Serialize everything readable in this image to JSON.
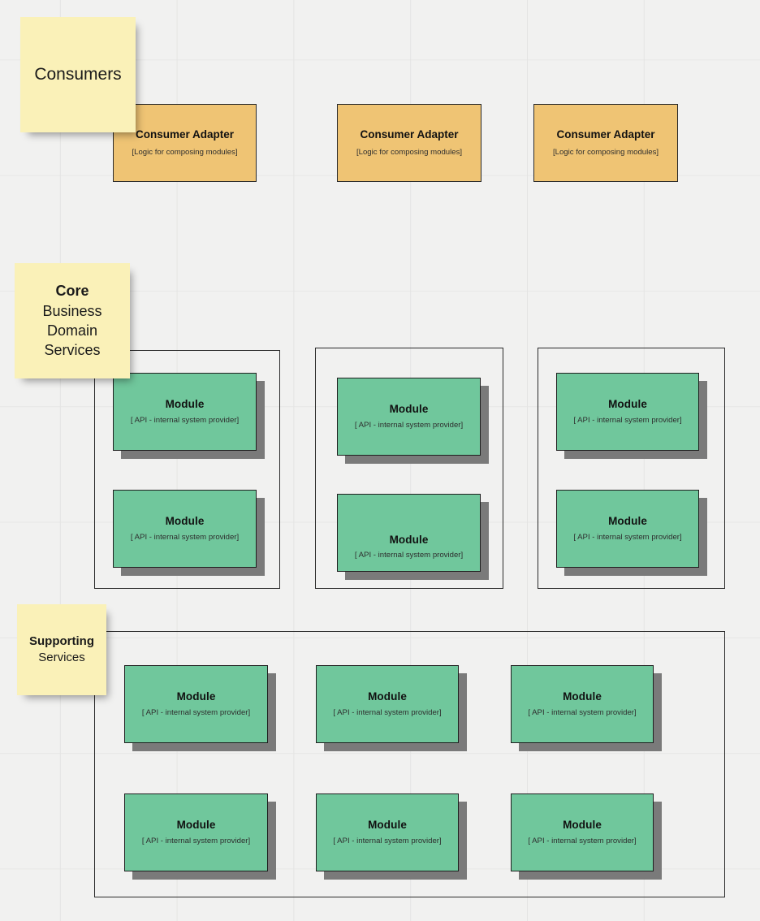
{
  "diagram": {
    "title": "Modular system architecture layers",
    "background_color": "#f1f1f0",
    "grid_color": "#e4e4e3"
  },
  "palette": {
    "sticky": "#faf1b8",
    "adapter": "#efc474",
    "module": "#70c79c",
    "stroke": "#2b2b2b",
    "shadow": "#7a7a7a"
  },
  "notes": [
    {
      "id": "consumers",
      "lines": [
        "Consumers"
      ]
    },
    {
      "id": "core",
      "heading": "Core",
      "lines": [
        "Business",
        "Domain",
        "Services"
      ]
    },
    {
      "id": "supporting",
      "heading": "Supporting",
      "lines": [
        "Services"
      ]
    }
  ],
  "adapters": [
    {
      "title": "Consumer Adapter",
      "subtitle": "[Logic for composing modules]"
    },
    {
      "title": "Consumer Adapter",
      "subtitle": "[Logic for composing modules]"
    },
    {
      "title": "Consumer Adapter",
      "subtitle": "[Logic for composing modules]"
    }
  ],
  "core_groups": [
    {
      "modules": [
        {
          "title": "Module",
          "subtitle": "[ API - internal system provider]"
        },
        {
          "title": "Module",
          "subtitle": "[ API - internal system provider]"
        }
      ]
    },
    {
      "modules": [
        {
          "title": "Module",
          "subtitle": "[ API - internal system provider]"
        },
        {
          "title": "Module",
          "subtitle": "[ API - internal system provider]"
        }
      ]
    },
    {
      "modules": [
        {
          "title": "Module",
          "subtitle": "[ API - internal system provider]"
        },
        {
          "title": "Module",
          "subtitle": "[ API - internal system provider]"
        }
      ]
    }
  ],
  "supporting_group": {
    "modules": [
      {
        "title": "Module",
        "subtitle": "[ API - internal system provider]"
      },
      {
        "title": "Module",
        "subtitle": "[ API - internal system provider]"
      },
      {
        "title": "Module",
        "subtitle": "[ API - internal system provider]"
      },
      {
        "title": "Module",
        "subtitle": "[ API - internal system provider]"
      },
      {
        "title": "Module",
        "subtitle": "[ API - internal system provider]"
      },
      {
        "title": "Module",
        "subtitle": "[ API - internal system provider]"
      }
    ]
  }
}
